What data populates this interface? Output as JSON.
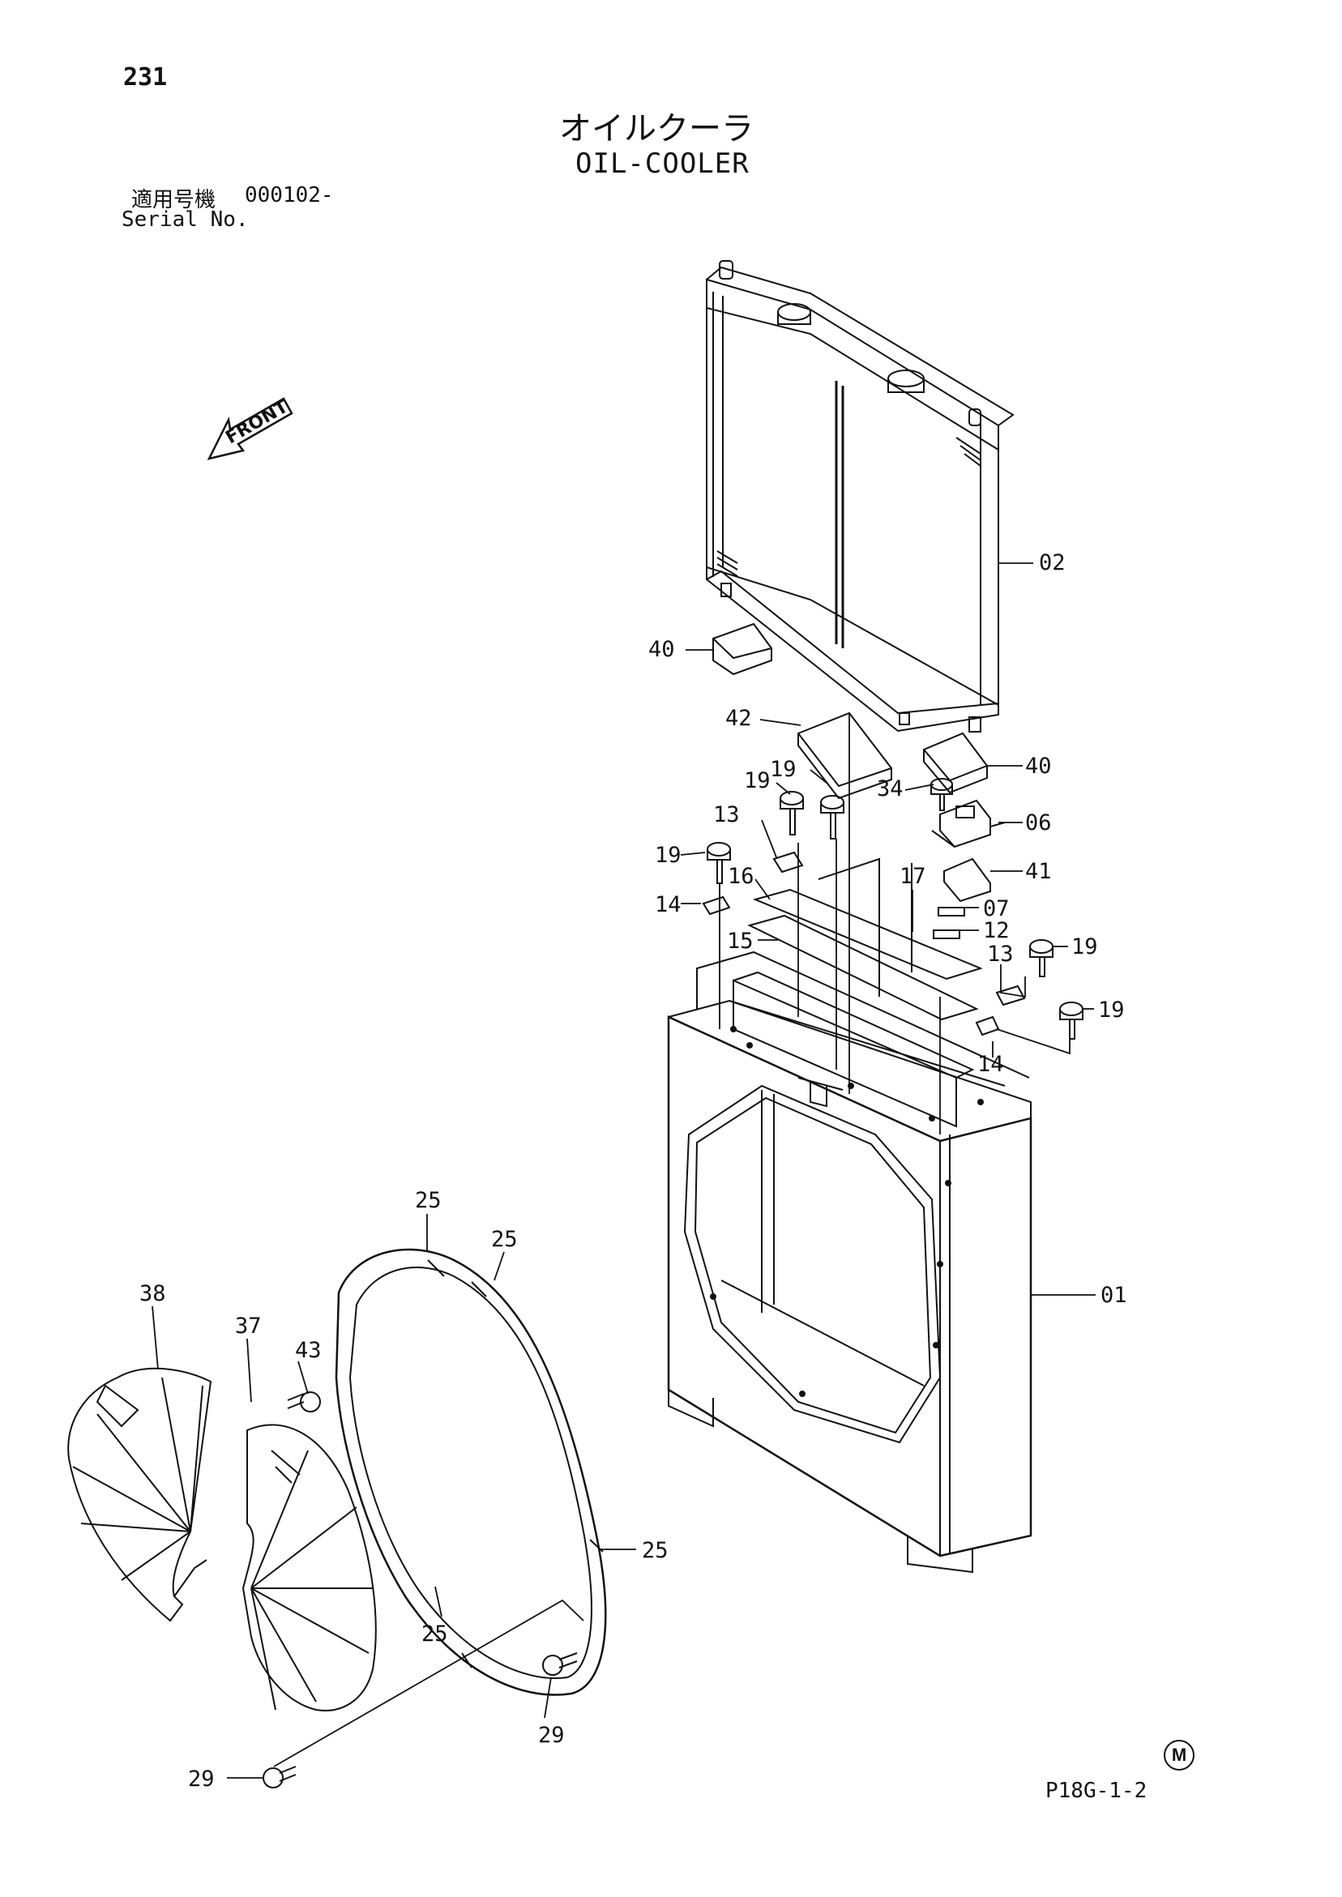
{
  "page_number": "231",
  "title_jp": "オイルクーラ",
  "title_en": "OIL-COOLER",
  "serial": {
    "label_jp": "適用号機",
    "value": "000102-",
    "label_en": "Serial No."
  },
  "front_label": "FRONT",
  "figure_code": "P18G-1-2",
  "mark": "M",
  "callouts": {
    "c02": "02",
    "c40a": "40",
    "c42": "42",
    "c40b": "40",
    "c19a": "19",
    "c19b": "19",
    "c34": "34",
    "c13a": "13",
    "c06": "06",
    "c19c": "19",
    "c16": "16",
    "c17": "17",
    "c41": "41",
    "c14a": "14",
    "c07": "07",
    "c15": "15",
    "c12": "12",
    "c13b": "13",
    "c19d": "19",
    "c19e": "19",
    "c14b": "14",
    "c25a": "25",
    "c25b": "25",
    "c38": "38",
    "c37": "37",
    "c43": "43",
    "c01": "01",
    "c25c": "25",
    "c25d": "25",
    "c29a": "29",
    "c29b": "29"
  }
}
